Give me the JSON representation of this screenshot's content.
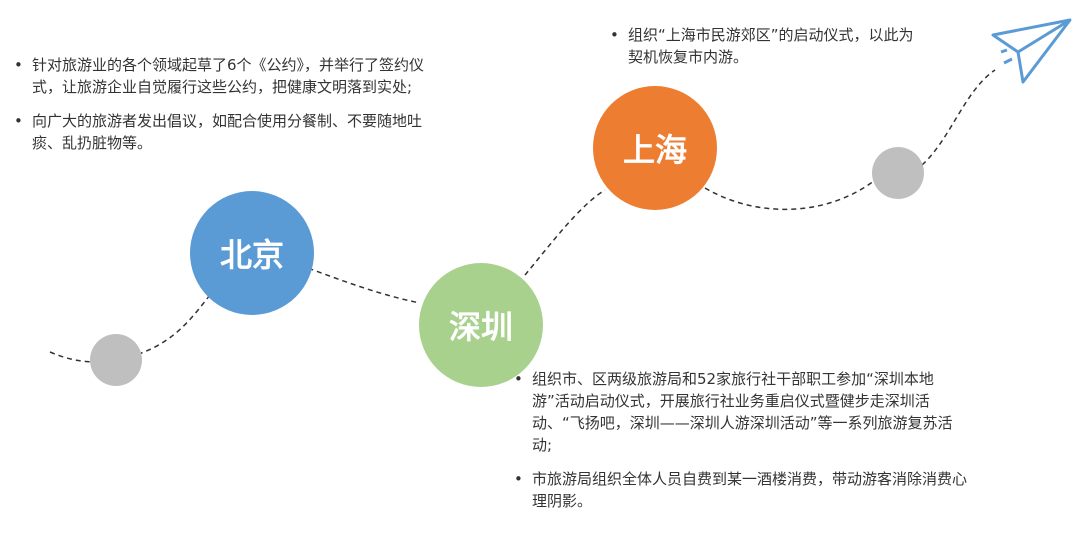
{
  "cities": {
    "beijing": {
      "name": "北京",
      "color": "#5b9bd5"
    },
    "shenzhen": {
      "name": "深圳",
      "color": "#a9d18e"
    },
    "shanghai": {
      "name": "上海",
      "color": "#ed7d31"
    }
  },
  "notes": {
    "beijing": [
      "针对旅游业的各个领域起草了6个《公约》，并举行了签约仪式，让旅游企业自觉履行这些公约，把健康文明落到实处;",
      "向广大的旅游者发出倡议，如配合使用分餐制、不要随地吐痰、乱扔脏物等。"
    ],
    "shanghai": [
      "组织“上海市民游郊区”的启动仪式，以此为契机恢复市内游。"
    ],
    "shenzhen": [
      "组织市、区两级旅游局和52家旅行社干部职工参加“深圳本地游”活动启动仪式，开展旅行社业务重启仪式暨健步走深圳活动、“飞扬吧，深圳——深圳人游深圳活动”等一系列旅游复苏活动;",
      "市旅游局组织全体人员自费到某一酒楼消费，带动游客消除消费心理阴影。"
    ]
  }
}
